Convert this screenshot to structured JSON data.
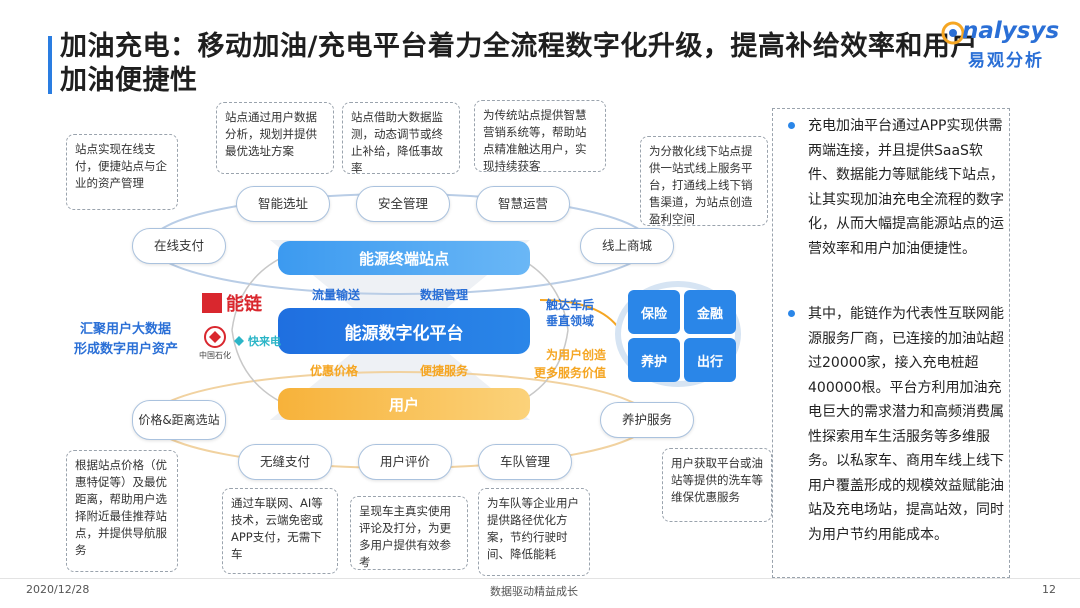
{
  "title": "加油充电：移动加油/充电平台着力全流程数字化升级，提高补给效率和用户加油便捷性",
  "logo": {
    "text": "nalysys",
    "cn": "易观分析"
  },
  "colors": {
    "accent": "#2a86e8",
    "orange": "#f5a623",
    "title_bar": "#2a7de1"
  },
  "callouts": {
    "top1": "站点通过用户数据分析，规划并提供最优选址方案",
    "top2": "站点借助大数据监测，动态调节或终止补给，降低事故率",
    "top3": "为传统站点提供智慧营销系统等，帮助站点精准触达用户，实现持续获客",
    "top_left": "站点实现在线支付，便捷站点与企业的资产管理",
    "top_right": "为分散化线下站点提供一站式线上服务平台，打通线上线下销售渠道，为站点创造盈利空间",
    "bottom_left": "根据站点价格（优惠特促等）及最优距离，帮助用户选择附近最佳推荐站点，并提供导航服务",
    "bottom1": "通过车联网、AI等技术，云端免密或APP支付，无需下车",
    "bottom2": "呈现车主真实使用评论及打分，为更多用户提供有效参考",
    "bottom3": "为车队等企业用户提供路径优化方案，节约行驶时间、降低能耗",
    "bottom_right": "用户获取平台或油站等提供的洗车等维保优惠服务"
  },
  "pills": {
    "zhineng": "智能选址",
    "anquan": "安全管理",
    "zhihui": "智慧运营",
    "zaixian": "在线支付",
    "xianshang": "线上商城",
    "jiage": "价格&距离选站",
    "yanghu": "养护服务",
    "wufeng": "无缝支付",
    "pingjia": "用户评价",
    "chedui": "车队管理"
  },
  "bands": {
    "top": "能源终端站点",
    "middle": "能源数字化平台",
    "bottom": "用户"
  },
  "labels": {
    "liuliang": "流量输送",
    "shuju": "数据管理",
    "youhui": "优惠价格",
    "bianjie": "便捷服务",
    "left_line1": "汇聚用户大数据",
    "left_line2": "形成数字用户资产",
    "right_blue1": "触达车后",
    "right_blue2": "垂直领域",
    "right_orange1": "为用户创造",
    "right_orange2": "更多服务价值"
  },
  "brands": {
    "nengl": "能链",
    "sinopec": "中国石化",
    "kuailai": "快来电"
  },
  "services": [
    "保险",
    "金融",
    "养护",
    "出行"
  ],
  "right_text": {
    "p1": "充电加油平台通过APP实现供需两端连接，并且提供SaaS软件、数据能力等赋能线下站点，让其实现加油充电全流程的数字化，从而大幅提高能源站点的运营效率和用户加油便捷性。",
    "p2": "其中，能链作为代表性互联网能源服务厂商，已连接的加油站超过20000家，接入充电桩超400000根。平台方利用加油充电巨大的需求潜力和高频消费属性探索用车生活服务等多维服务。以私家车、商用车线上线下用户覆盖形成的规模效益赋能油站及充电场站，提高站效，同时为用户节约用能成本。"
  },
  "footer": {
    "date": "2020/12/28",
    "center": "数据驱动精益成长",
    "page": "12"
  }
}
